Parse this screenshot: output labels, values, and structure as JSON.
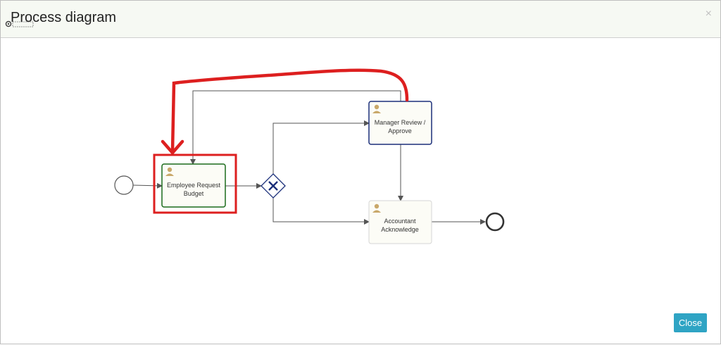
{
  "dialog": {
    "title": "Process diagram",
    "close_icon": "×",
    "close_button_label": "Close",
    "accent_color": "#2fa4c4"
  },
  "diagram": {
    "tasks": [
      {
        "id": "employee-request",
        "label_line1": "Employee Request",
        "label_line2": "Budget",
        "border_color": "#1b6b1b",
        "icon": "user-icon"
      },
      {
        "id": "manager-review",
        "label_line1": "Manager Review /",
        "label_line2": "Approve",
        "border_color": "#1b2f7a",
        "icon": "user-icon"
      },
      {
        "id": "accountant-ack",
        "label_line1": "Accountant",
        "label_line2": "Acknowledge",
        "border_color": "#d6d6d6",
        "icon": "user-icon"
      }
    ],
    "gateway": {
      "type": "exclusive",
      "symbol": "✕",
      "color": "#1b2f7a"
    },
    "events": [
      "start-event",
      "end-event"
    ],
    "annotation": {
      "highlight_color": "#dd1f1f"
    }
  }
}
